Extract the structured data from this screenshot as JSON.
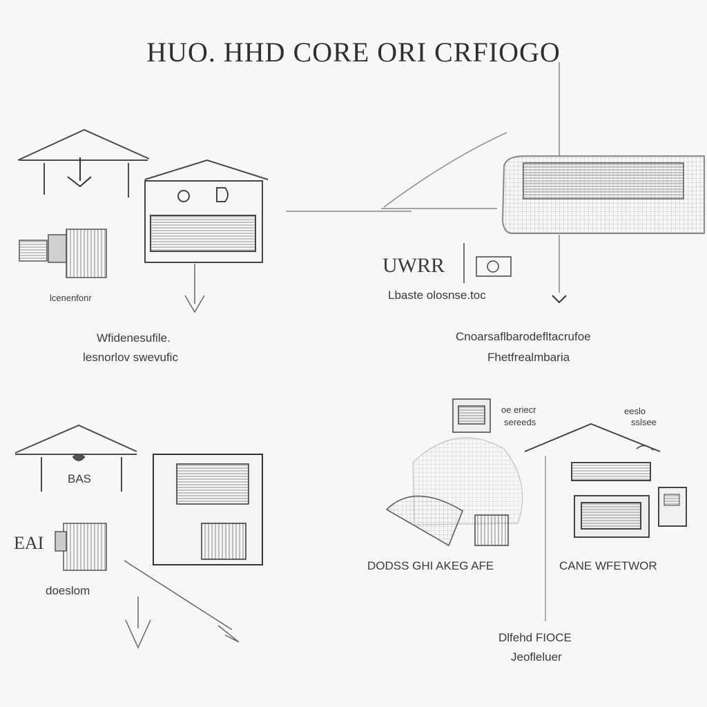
{
  "title": "HUO. HHD CORE ORI CRFIOGO",
  "panels": {
    "top_left": {
      "unit_label": "lcenenfonr",
      "caption_line1": "Wfidenesufile.",
      "caption_line2": "lesnorlov swevufic"
    },
    "top_right": {
      "glyph": "UWRR",
      "unit_label": "Lbaste olosnse.toc",
      "caption_line1": "Cnoarsaflbarodefltacrufoe",
      "caption_line2": "Fhetfrealmbaria"
    },
    "bottom_left": {
      "house_label": "BAS",
      "unit_glyph": "EAI",
      "unit_label": "doeslom"
    },
    "bottom_right": {
      "note1_line1": "oe eriecr",
      "note1_line2": "sereeds",
      "note2_line1": "eeslo",
      "note2_line2": "sslsee",
      "caption_left": "DODSS GHI AKEG AFE",
      "caption_right": "CANE WFETWOR",
      "footer_line1": "Dlfehd FIOCE",
      "footer_line2": "Jeofleluer"
    }
  },
  "colors": {
    "stroke": "#4a4a4a",
    "light_stroke": "#9a9a9a",
    "fill_panel": "#d9d9d9",
    "background": "#f7f7f7"
  }
}
